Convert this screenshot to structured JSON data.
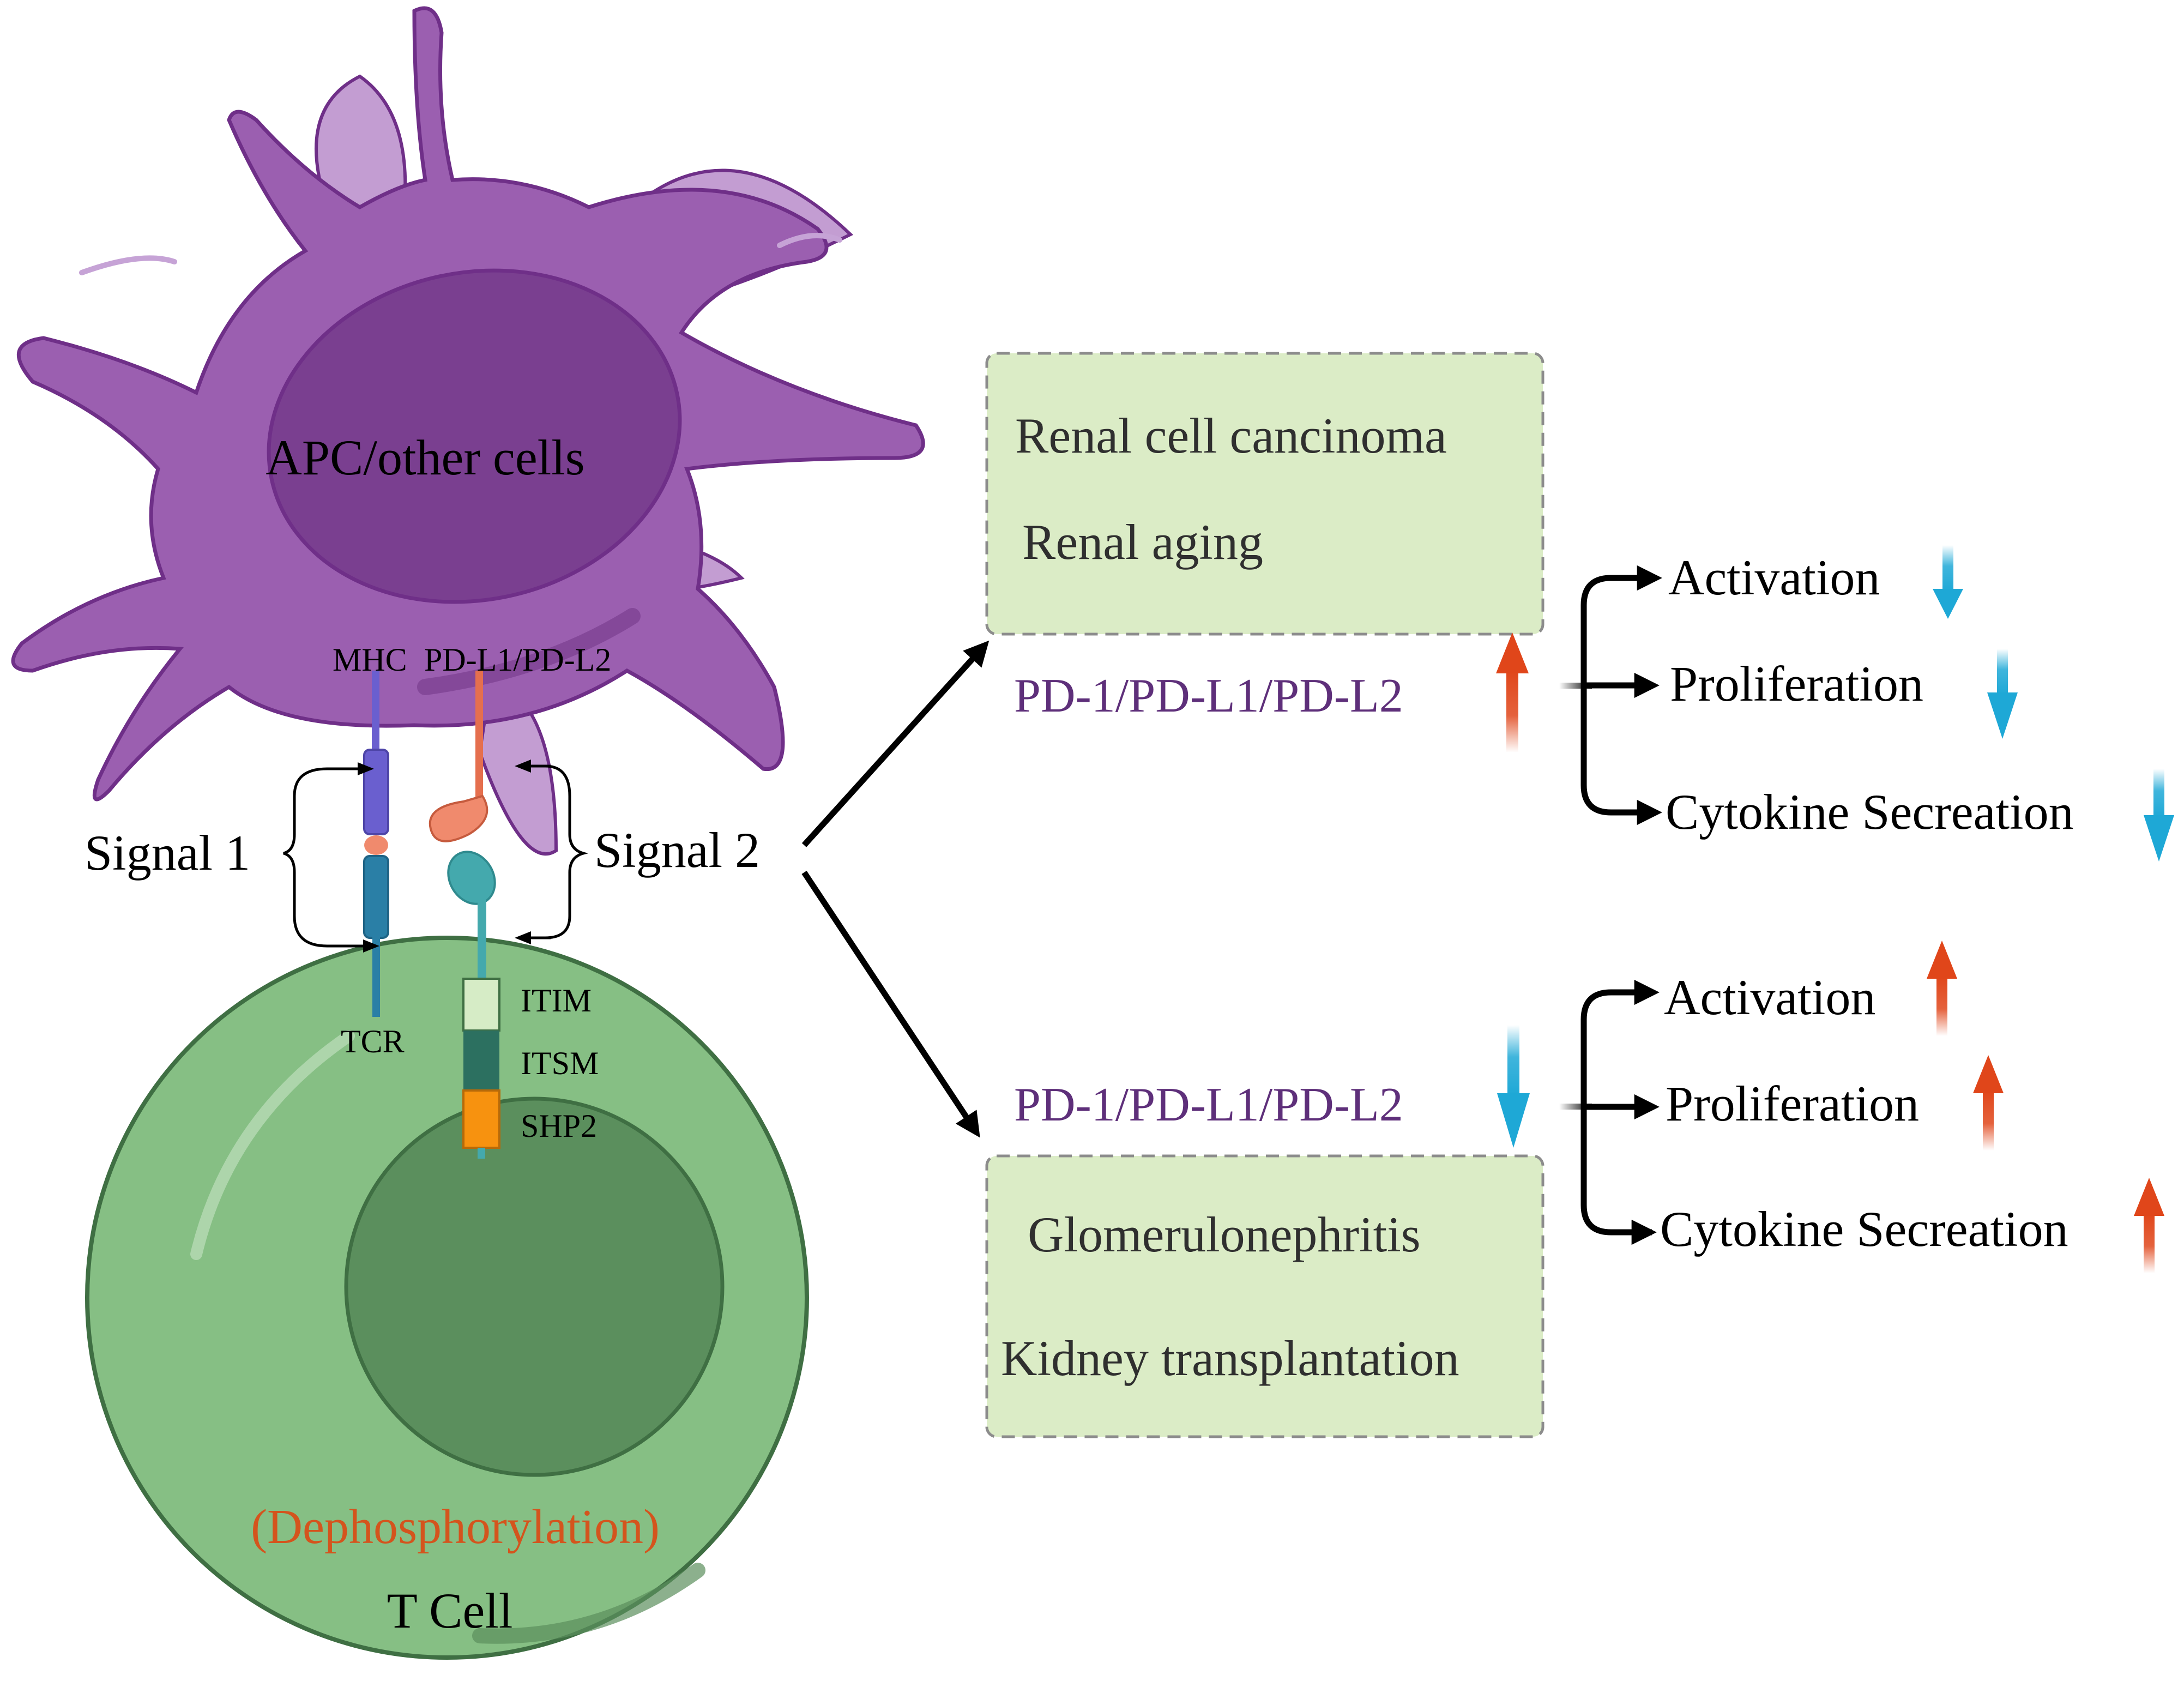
{
  "apc_cell": {
    "label": "APC/other cells"
  },
  "t_cell": {
    "label": "T Cell",
    "process_label": "(Dephosphorylation)"
  },
  "receptors": {
    "mhc": "MHC",
    "pd_ligands": "PD-L1/PD-L2",
    "tcr": "TCR",
    "itim": "ITIM",
    "itsm": "ITSM",
    "shp2": "SHP2"
  },
  "signals": {
    "signal1": "Signal 1",
    "signal2": "Signal 2"
  },
  "upper_pathway": {
    "diseases": [
      "Renal cell cancinoma",
      "Renal aging"
    ],
    "pd_label": "PD-1/PD-L1/PD-L2",
    "pd_direction": "up",
    "outcomes": [
      {
        "label": "Activation",
        "direction": "down"
      },
      {
        "label": "Proliferation",
        "direction": "down"
      },
      {
        "label": "Cytokine Secreation",
        "direction": "down"
      }
    ]
  },
  "lower_pathway": {
    "diseases": [
      "Glomerulonephritis",
      "Kidney transplantation"
    ],
    "pd_label": "PD-1/PD-L1/PD-L2",
    "pd_direction": "down",
    "outcomes": [
      {
        "label": "Activation",
        "direction": "up"
      },
      {
        "label": "Proliferation",
        "direction": "up"
      },
      {
        "label": "Cytokine Secreation",
        "direction": "up"
      }
    ]
  },
  "colors": {
    "apc_body": "#9b5fb0",
    "apc_nucleus": "#7a3f90",
    "t_cell_body": "#86bf84",
    "t_cell_nucleus": "#5b8f5d",
    "pd_text": "#5e2f7a",
    "dephos_text": "#d4541d",
    "box_fill": "#dbecc6",
    "arrow_up": "#e0461a",
    "arrow_down": "#1ea8d6"
  }
}
